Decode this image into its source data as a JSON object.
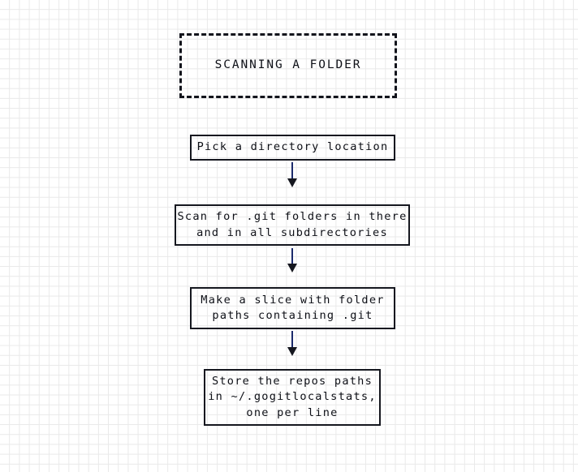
{
  "diagram": {
    "title": "SCANNING A FOLDER",
    "background": "#ffffff",
    "grid_color": "#e9e9e9",
    "stroke_color": "#15171f",
    "text_color": "#0d0f16",
    "arrow_color": "#1b2a6b",
    "nodes": [
      {
        "id": "pick-directory",
        "text": "Pick a directory location",
        "lines": [
          "Pick a directory location"
        ]
      },
      {
        "id": "scan-git-folders",
        "text": "Scan for .git folders in there\nand in all subdirectories",
        "lines": [
          "Scan for .git folders in there",
          "and in all subdirectories"
        ]
      },
      {
        "id": "make-slice",
        "text": "Make a slice with folder\npaths containing .git",
        "lines": [
          "Make a slice with folder",
          "paths containing .git"
        ]
      },
      {
        "id": "store-repos",
        "text": "Store the repos paths\nin ~/.gogitlocalstats,\none per line",
        "lines": [
          "Store the repos paths",
          "in ~/.gogitlocalstats,",
          "one per line"
        ]
      }
    ],
    "connectors": [
      {
        "id": "arrow-1",
        "from": "pick-directory",
        "to": "scan-git-folders",
        "glyph": "down-arrow"
      },
      {
        "id": "arrow-2",
        "from": "scan-git-folders",
        "to": "make-slice",
        "glyph": "down-arrow"
      },
      {
        "id": "arrow-3",
        "from": "make-slice",
        "to": "store-repos",
        "glyph": "down-arrow"
      }
    ]
  }
}
